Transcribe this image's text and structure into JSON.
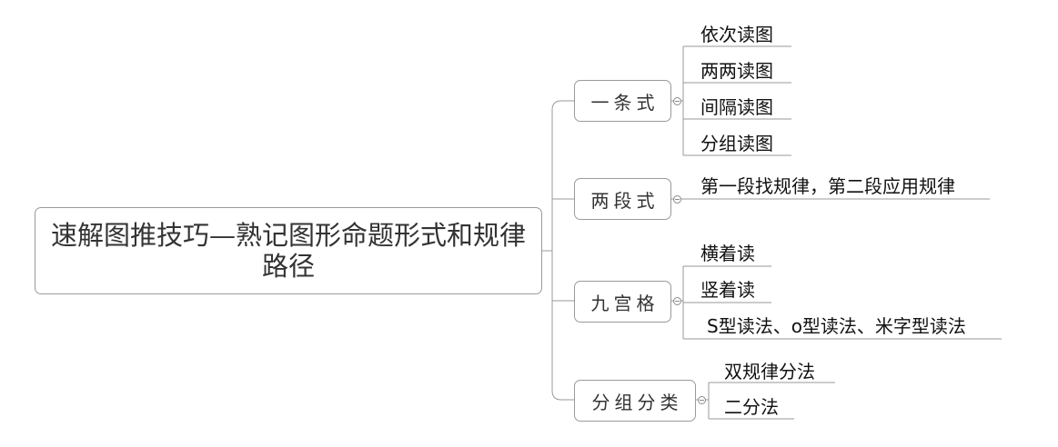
{
  "root": {
    "title": "速解图推技巧—熟记图形命题形式和规律路径"
  },
  "branches": [
    {
      "label": "一条式",
      "children": [
        "依次读图",
        "两两读图",
        "间隔读图",
        "分组读图"
      ]
    },
    {
      "label": "两段式",
      "children": [
        "第一段找规律，第二段应用规律"
      ]
    },
    {
      "label": "九宫格",
      "children": [
        "横着读",
        "竖着读",
        "S型读法、o型读法、米字型读法"
      ]
    },
    {
      "label": "分组分类",
      "children": [
        "双规律分法",
        "二分法"
      ]
    }
  ],
  "colors": {
    "line": "#9a9a9a",
    "border": "#9a9a9a",
    "text": "#333333"
  }
}
